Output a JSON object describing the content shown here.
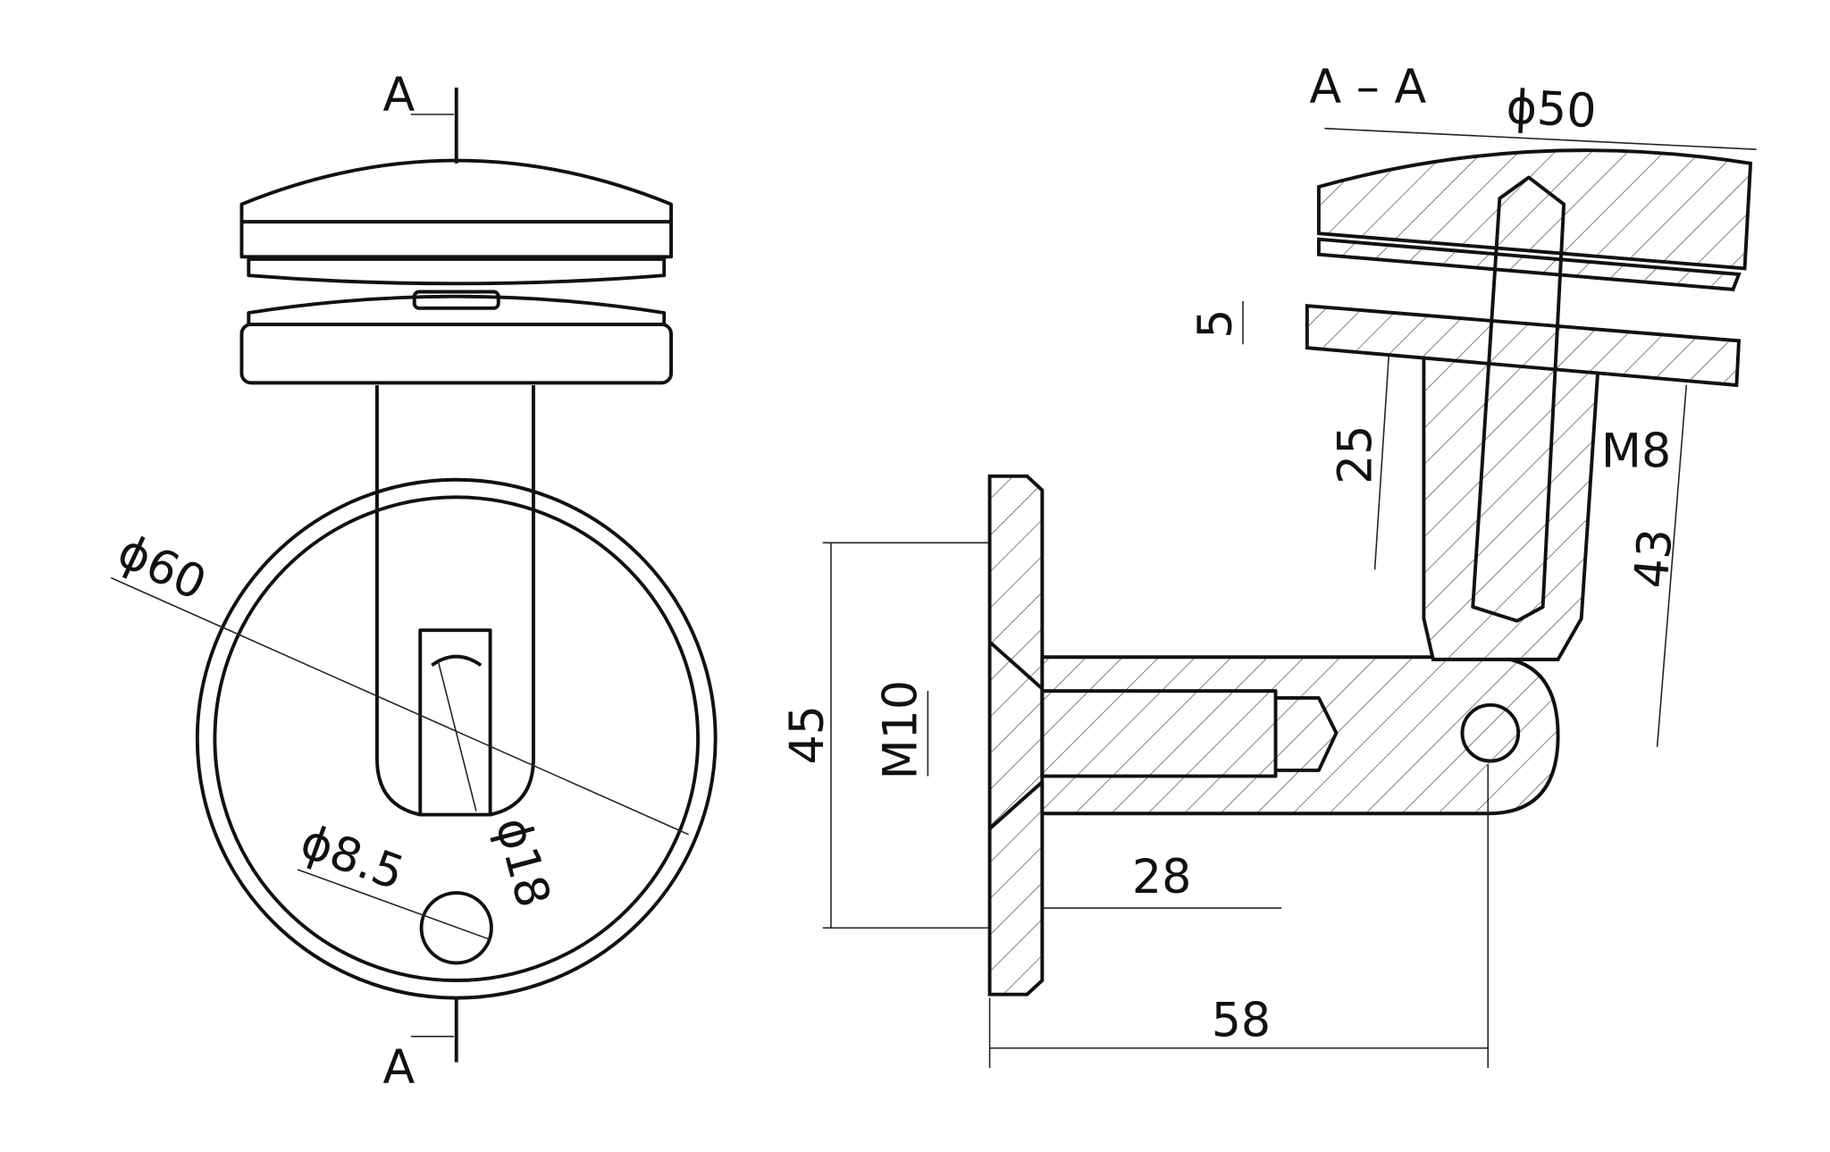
{
  "drawing": {
    "section_marks": {
      "top": "A",
      "bottom": "A",
      "section_title": "A – A"
    },
    "front_view_dims": {
      "outer_diameter": "ϕ60",
      "hole_diameter": "ϕ8.5",
      "slot_diameter": "ϕ18"
    },
    "section_view_dims": {
      "cap_diameter": "ϕ50",
      "plate_thickness": "5",
      "post_depth": "25",
      "post_thread": "M8",
      "post_height": "43",
      "flange_height": "45",
      "wall_thread": "M10",
      "thread_length": "28",
      "projection": "58"
    },
    "colors": {
      "line": "#111111",
      "background": "#ffffff"
    }
  }
}
